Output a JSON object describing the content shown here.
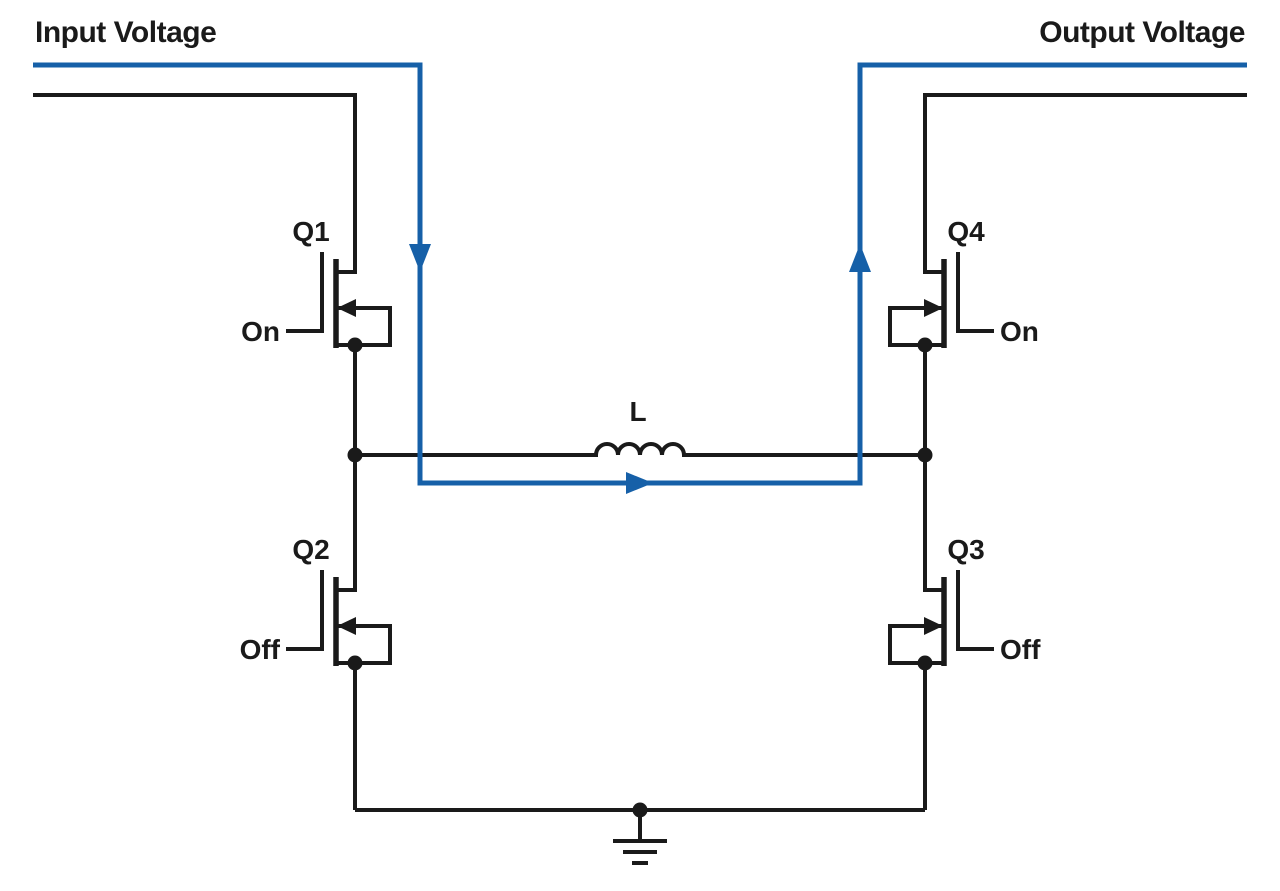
{
  "colors": {
    "wire": "#1a1a1a",
    "flow": "#1660a8",
    "background": "#ffffff"
  },
  "labels": {
    "input_voltage": "Input Voltage",
    "output_voltage": "Output Voltage",
    "inductor": "L"
  },
  "transistors": [
    {
      "name": "Q1",
      "state": "On"
    },
    {
      "name": "Q2",
      "state": "Off"
    },
    {
      "name": "Q3",
      "state": "Off"
    },
    {
      "name": "Q4",
      "state": "On"
    }
  ]
}
